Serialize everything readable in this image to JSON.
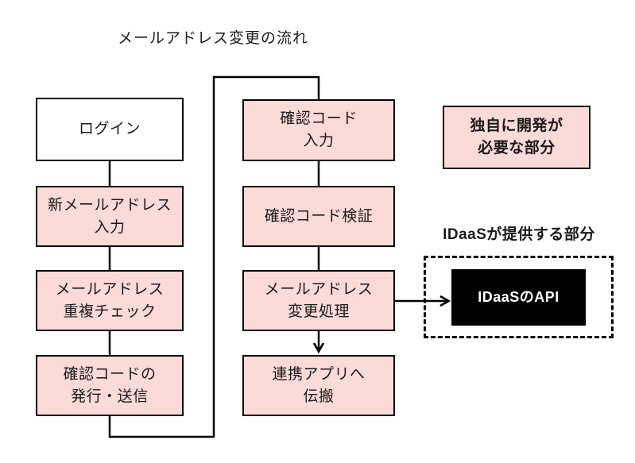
{
  "title": "メールアドレス変更の流れ",
  "colors": {
    "node_fill": "#fbdad8",
    "node_border": "#000000",
    "login_fill": "#ffffff",
    "api_fill": "#000000",
    "api_text": "#ffffff",
    "line": "#000000",
    "background": "#ffffff"
  },
  "flow": {
    "left": [
      {
        "label": "ログイン"
      },
      {
        "label": "新メールアドレス\n入力"
      },
      {
        "label": "メールアドレス\n重複チェック"
      },
      {
        "label": "確認コードの\n発行・送信"
      }
    ],
    "right": [
      {
        "label": "確認コード\n入力"
      },
      {
        "label": "確認コード検証"
      },
      {
        "label": "メールアドレス\n変更処理"
      },
      {
        "label": "連携アプリへ\n伝搬"
      }
    ]
  },
  "legend": {
    "label": "独自に開発が\n必要な部分"
  },
  "idaas": {
    "section_label": "IDaaSが提供する部分",
    "api_label": "IDaaSのAPI"
  }
}
